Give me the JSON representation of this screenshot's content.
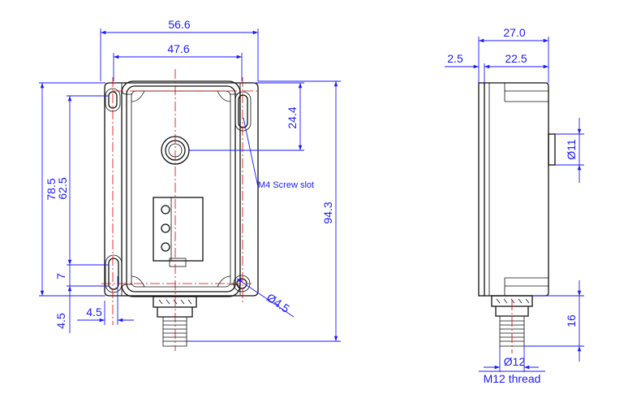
{
  "front_view": {
    "width_overall": "56.6",
    "hole_spacing_x": "47.6",
    "height_overall": "78.5",
    "slot_spacing_y": "62.5",
    "slot_length": "7",
    "edge_offset_y": "4.5",
    "edge_offset_x": "4.5",
    "top_to_gland": "24.4",
    "height_total": "94.3",
    "screw_slot_label": "M4 Screw slot",
    "hole_diameter": "Ø4.5"
  },
  "side_view": {
    "depth_overall": "27.0",
    "lid_thickness": "2.5",
    "body_depth": "22.5",
    "gland_diameter": "Ø11",
    "connector_length": "16",
    "connector_diameter": "Ø12",
    "thread_label": "M12 thread"
  },
  "colors": {
    "dimension": "#1a1aff",
    "outline": "#111111",
    "centerline": "#d40000"
  }
}
